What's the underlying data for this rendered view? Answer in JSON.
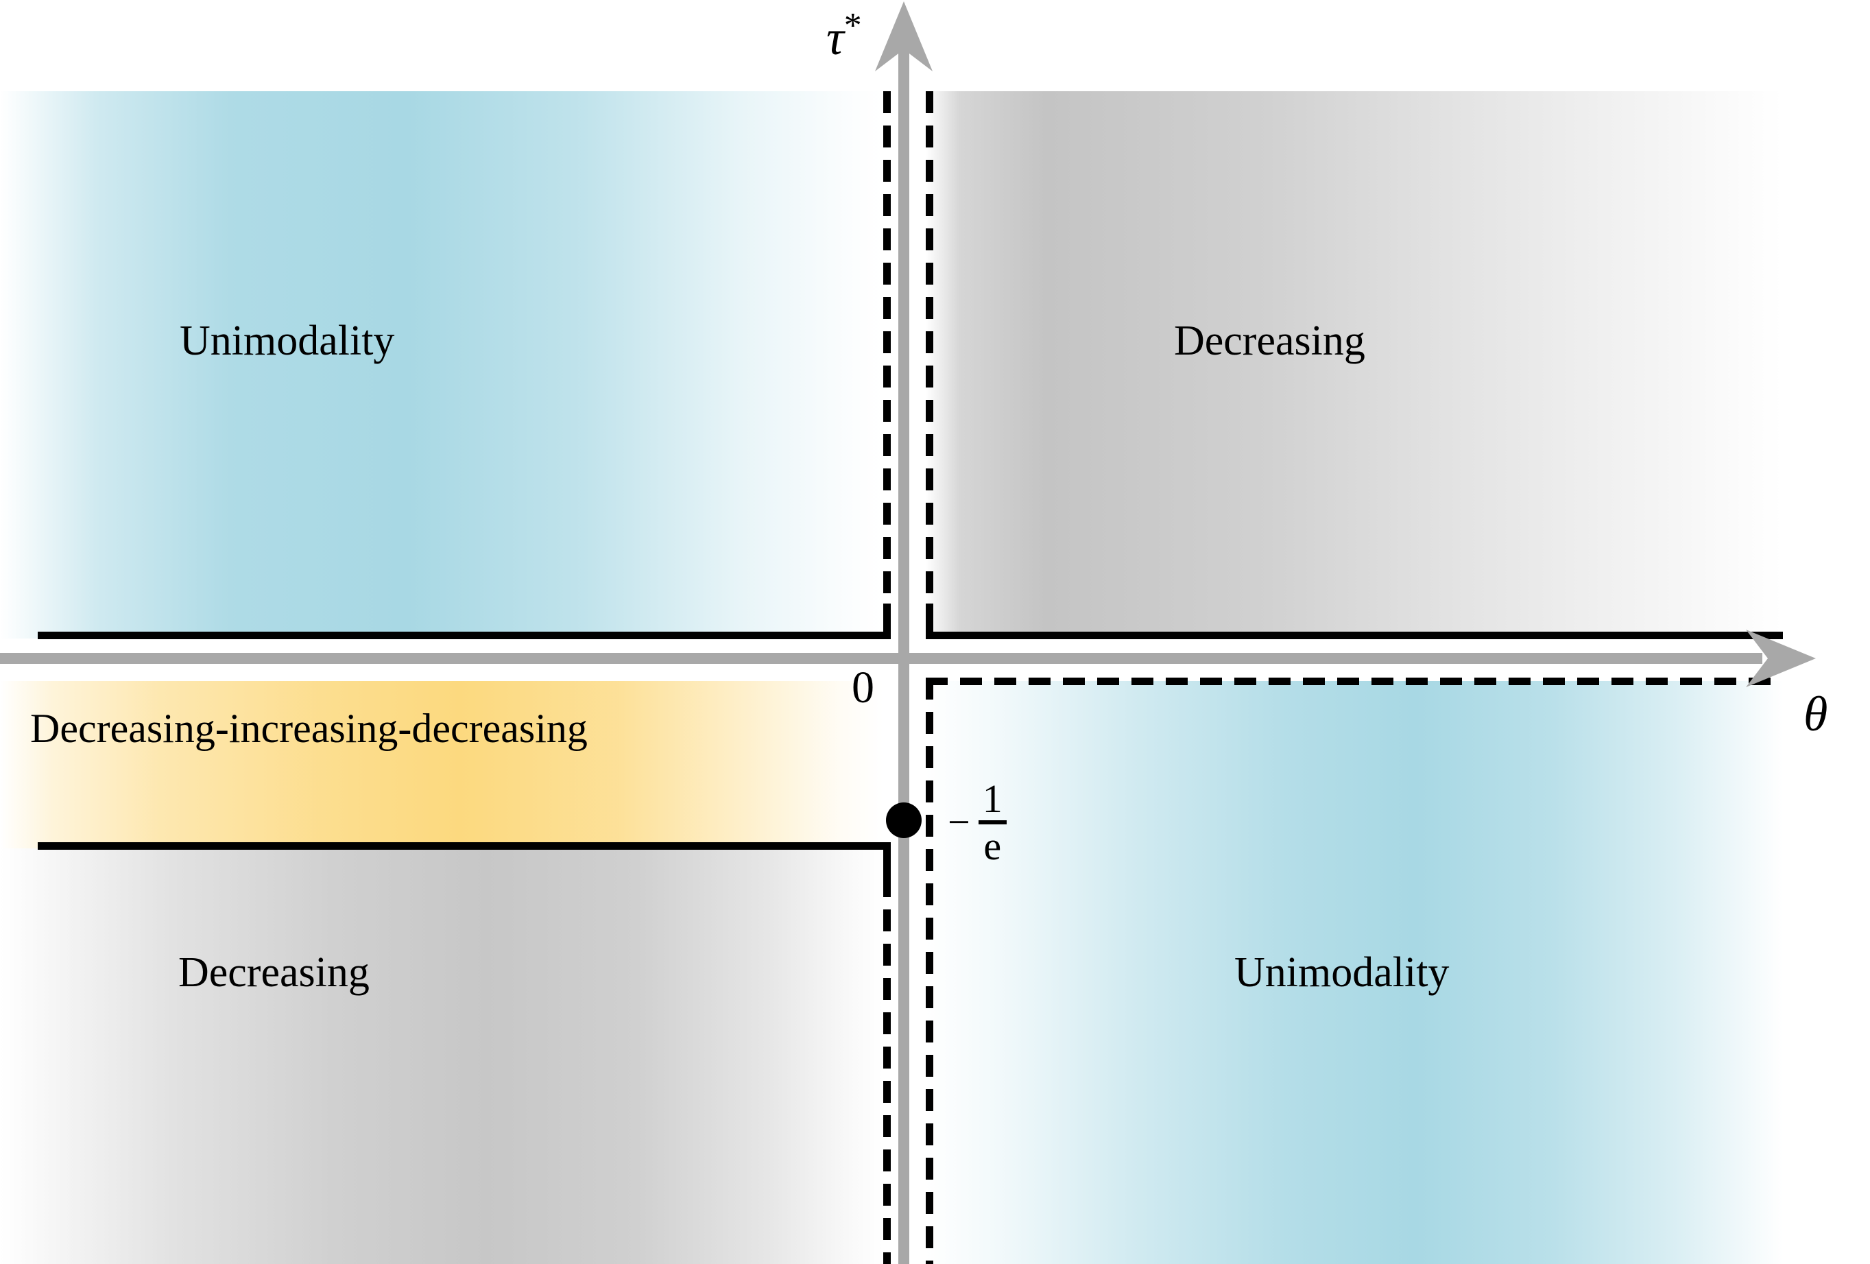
{
  "figure": {
    "type": "phase-diagram",
    "description": "Phase diagram of shape behaviour in the (theta, tau*) plane",
    "axes": {
      "x": {
        "label": "θ",
        "name": "theta",
        "arrow": "right"
      },
      "y": {
        "label": "τ",
        "superscript": "*",
        "name": "tau-star",
        "arrow": "up"
      }
    },
    "tick_labels": [
      {
        "name": "origin",
        "text": "0"
      },
      {
        "name": "minus-one-over-e",
        "minus": "−",
        "numerator": "1",
        "denominator": "e"
      }
    ],
    "markers": [
      {
        "name": "point-minus-one-over-e",
        "on_axis": "tau-star",
        "value": "-1/e",
        "style": "filled-circle",
        "color": "#000000"
      }
    ],
    "regions": [
      {
        "name": "top-left",
        "label": "Unimodality",
        "quadrant": "theta<0, tau*>0",
        "color": "#a8d8e4",
        "boundary": "solid"
      },
      {
        "name": "top-right",
        "label": "Decreasing",
        "quadrant": "theta>0, tau*>0",
        "color": "#c4c4c4",
        "boundary": "solid"
      },
      {
        "name": "middle-left",
        "label": "Decreasing-increasing-decreasing",
        "quadrant": "theta<0, -1/e<tau*<0",
        "color": "#fcd778",
        "boundary": "solid"
      },
      {
        "name": "bottom-left",
        "label": "Decreasing",
        "quadrant": "theta<0, tau*<-1/e",
        "color": "#c4c4c4",
        "boundary": "solid"
      },
      {
        "name": "bottom-right",
        "label": "Unimodality",
        "quadrant": "theta>0, tau*<0",
        "color": "#a8d8e4",
        "boundary": "dashed"
      }
    ],
    "colors": {
      "axis": "#a8a8a8",
      "line": "#000000",
      "blue": "#a8d8e4",
      "gray": "#c4c4c4",
      "amber": "#fcd778",
      "background": "#ffffff"
    }
  }
}
